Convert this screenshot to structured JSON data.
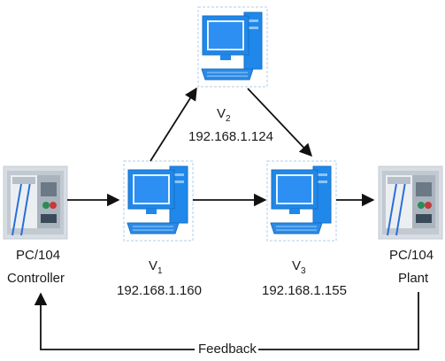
{
  "nodes": {
    "v1": {
      "name": "V",
      "sub": "1",
      "ip": "192.168.1.160"
    },
    "v2": {
      "name": "V",
      "sub": "2",
      "ip": "192.168.1.124"
    },
    "v3": {
      "name": "V",
      "sub": "3",
      "ip": "192.168.1.155"
    },
    "controller": {
      "line1": "PC/104",
      "line2": "Controller"
    },
    "plant": {
      "line1": "PC/104",
      "line2": "Plant"
    }
  },
  "feedback_label": "Feedback",
  "colors": {
    "screen_blue": "#2d8ff2",
    "monitor_body": "#1f88ea",
    "keyboard": "#2b8ae6",
    "arrow": "#111111"
  }
}
